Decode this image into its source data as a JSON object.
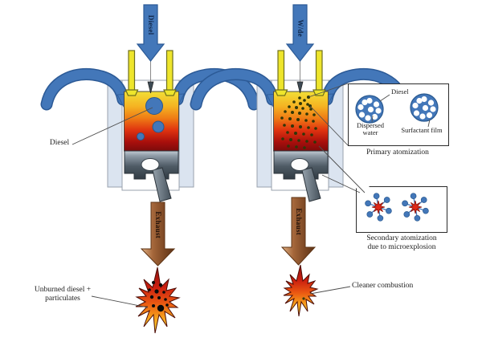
{
  "left_engine": {
    "intake_label": "Diesel",
    "chamber_droplet_label": "Diesel",
    "exhaust_label": "Exhaust",
    "result_line1": "Unburned diesel +",
    "result_line2": "particulates"
  },
  "right_engine": {
    "intake_label": "W/de",
    "exhaust_label": "Exhaust",
    "result_label": "Cleaner combustion"
  },
  "primary_inset": {
    "diesel_label": "Diesel",
    "dispersed_line1": "Dispersed",
    "dispersed_line2": "water",
    "surfactant_label": "Surfactant film",
    "caption": "Primary atomization"
  },
  "secondary_inset": {
    "caption_line1": "Secondary atomization",
    "caption_line2": "due to microexplosion"
  },
  "colors": {
    "intake_arrow_blue": "#4377b9",
    "intake_arrow_edge": "#2c5a96",
    "valve_yellow": "#eee52c",
    "flame_top": "#f2df36",
    "flame_bottom": "#7c0b0b",
    "droplet_blue": "#4377b9",
    "exhaust_brown": "#7c4824",
    "microexplosion_red": "#e02817",
    "cylinder_wall": "#dbe4f0"
  }
}
